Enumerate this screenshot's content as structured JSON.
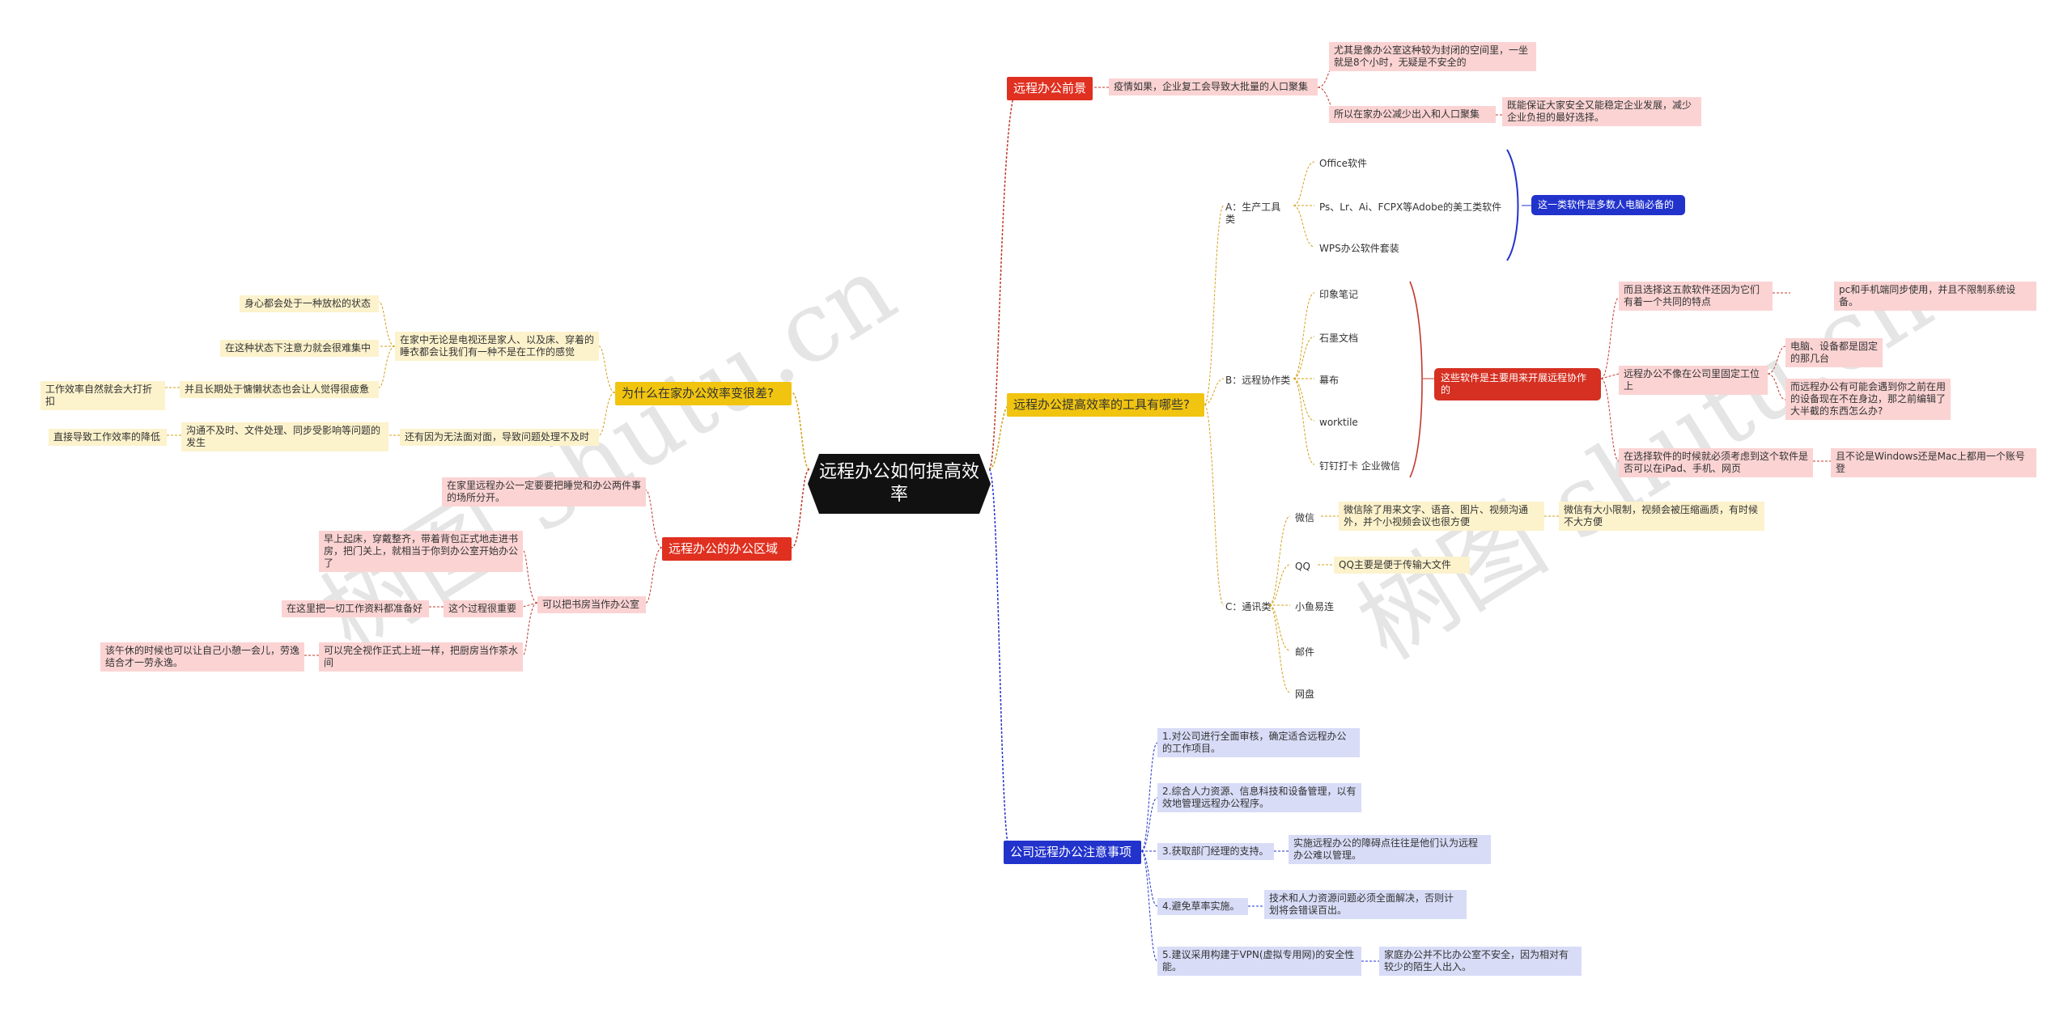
{
  "root": "远程办公如何提高效率",
  "branches": {
    "prospect": {
      "label": "远程办公前景",
      "l2": "疫情如果，企业复工会导致大批量的人口聚集",
      "l3a": "尤其是像办公室这种较为封闭的空间里，一坐就是8个小时，无疑是不安全的",
      "l3b": "所以在家办公减少出入和人口聚集",
      "l4b": "既能保证大家安全又能稳定企业发展，减少企业负担的最好选择。"
    },
    "tools": {
      "label": "远程办公提高效率的工具有哪些?",
      "a_label": "A：生产工具类",
      "a_items": [
        "Office软件",
        "Ps、Lr、Ai、FCPX等Adobe的美工类软件",
        "WPS办公软件套装"
      ],
      "a_note": "这一类软件是多数人电脑必备的",
      "b_label": "B：远程协作类",
      "b_items": [
        "印象笔记",
        "石墨文档",
        "幕布",
        "worktile",
        "钉钉打卡 企业微信"
      ],
      "b_note": "这些软件是主要用来开展远程协作的",
      "b_r1": "而且选择这五款软件还因为它们有着一个共同的特点",
      "b_r1c": "pc和手机端同步使用，并且不限制系统设备。",
      "b_r2": "远程办公不像在公司里固定工位上",
      "b_r2a": "电脑、设备都是固定的那几台",
      "b_r2b": "而远程办公有可能会遇到你之前在用的设备现在不在身边，那之前编辑了大半截的东西怎么办?",
      "b_r3": "在选择软件的时候就必须考虑到这个软件是否可以在iPad、手机、网页",
      "b_r3c": "且不论是Windows还是Mac上都用一个账号登",
      "c_label": "C：通讯类",
      "c_items": [
        "微信",
        "QQ",
        "小鱼易连",
        "邮件",
        "网盘"
      ],
      "c_wx": "微信除了用来文字、语音、图片、视频沟通外，并个小视频会议也很方便",
      "c_wx2": "微信有大小限制，视频会被压缩画质，有时候不大方便",
      "c_qq": "QQ主要是便于传输大文件"
    },
    "notes": {
      "label": "公司远程办公注意事项",
      "items": [
        "1.对公司进行全面审核，确定适合远程办公的工作项目。",
        "2.综合人力资源、信息科技和设备管理，以有效地管理远程办公程序。",
        "3.获取部门经理的支持。",
        "4.避免草率实施。",
        "5.建议采用构建于VPN(虚拟专用网)的安全性能。"
      ],
      "sub3": "实施远程办公的障碍点往往是他们认为远程办公难以管理。",
      "sub4": "技术和人力资源问题必须全面解决，否则计划将会错误百出。",
      "sub5": "家庭办公并不比办公室不安全，因为相对有较少的陌生人出入。"
    },
    "why": {
      "label": "为什么在家办公效率变很差?",
      "n1": "在家中无论是电视还是家人、以及床、穿着的睡衣都会让我们有一种不是在工作的感觉",
      "n1a": "身心都会处于一种放松的状态",
      "n1b": "在这种状态下注意力就会很难集中",
      "n1c": "并且长期处于慵懒状态也会让人觉得很疲惫",
      "n1c_l": "工作效率自然就会大打折扣",
      "n2": "还有因为无法面对面，导致问题处理不及时",
      "n2a": "沟通不及时、文件处理、同步受影响等问题的发生",
      "n2a_l": "直接导致工作效率的降低"
    },
    "area": {
      "label": "远程办公的办公区域",
      "n1": "在家里远程办公一定要要把睡觉和办公两件事的场所分开。",
      "n2": "可以把书房当作办公室",
      "n2a": "早上起床，穿戴整齐，带着背包正式地走进书房，把门关上，就相当于你到办公室开始办公了",
      "n2b": "这个过程很重要",
      "n2b_l": "在这里把一切工作资料都准备好",
      "n2c": "可以完全视作正式上班一样，把厨房当作茶水间",
      "n2c_l": "该午休的时候也可以让自己小憩一会儿，劳逸结合才一劳永逸。"
    }
  },
  "watermark": [
    "树图 shutu.cn",
    "树图 shutu.cn"
  ],
  "colors": {
    "red": "#e03020",
    "yellow": "#f1c40f",
    "blue": "#2233cc",
    "pink": "#fbd3d3",
    "cream": "#fcf2cc",
    "lavender": "#d8dcf7"
  }
}
